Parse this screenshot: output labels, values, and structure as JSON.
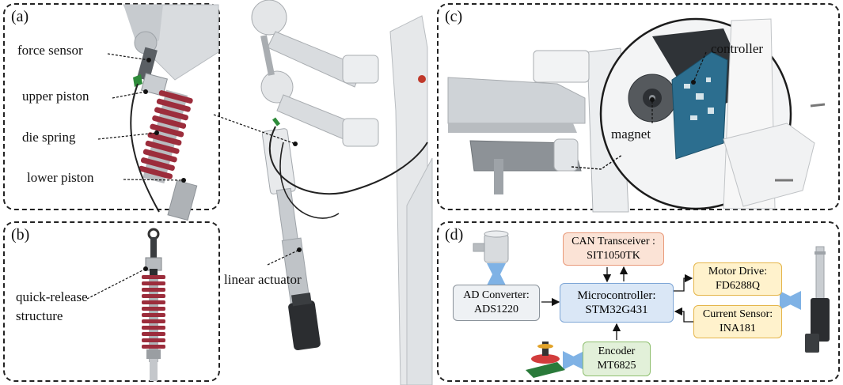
{
  "colors": {
    "spring": "#9c2d3c",
    "box_orange_fill": "#fbe3d6",
    "box_orange_border": "#e99a7a",
    "box_yellow_fill": "#fff2cc",
    "box_yellow_border": "#e5b54a",
    "box_blue_fill": "#dae7f6",
    "box_blue_border": "#7ea6d6",
    "box_green_fill": "#e2f0d9",
    "box_green_border": "#8fbf6f",
    "box_gray_fill": "#eef1f4",
    "box_gray_border": "#8a929a",
    "arrow_light_blue": "#7fb2e5"
  },
  "panel_a": {
    "letter": "(a)",
    "labels": {
      "force_sensor": "force sensor",
      "upper_piston": "upper piston",
      "die_spring": "die spring",
      "lower_piston": "lower piston"
    }
  },
  "panel_b": {
    "letter": "(b)",
    "label_line1": "quick-release",
    "label_line2": "structure"
  },
  "center": {
    "linear_actuator": "linear actuator"
  },
  "panel_c": {
    "letter": "(c)",
    "controller": "controller",
    "magnet": "magnet"
  },
  "panel_d": {
    "letter": "(d)",
    "can": {
      "line1": "CAN Transceiver :",
      "line2": "SIT1050TK"
    },
    "ad": {
      "line1": "AD Converter:",
      "line2": "ADS1220"
    },
    "mcu": {
      "line1": "Microcontroller:",
      "line2": "STM32G431"
    },
    "motor": {
      "line1": "Motor Drive:",
      "line2": "FD6288Q"
    },
    "current": {
      "line1": "Current Sensor:",
      "line2": "INA181"
    },
    "encoder": {
      "line1": "Encoder",
      "line2": "MT6825"
    }
  }
}
